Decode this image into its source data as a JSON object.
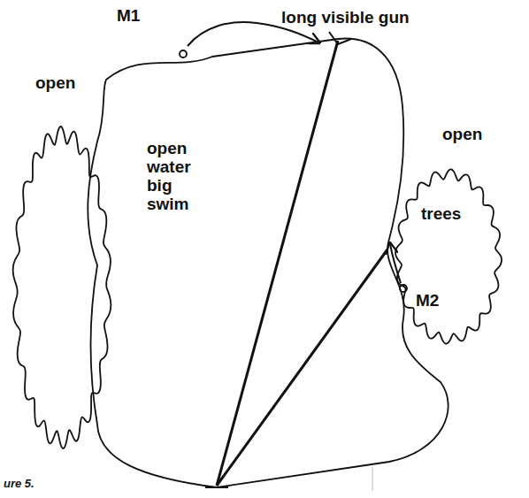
{
  "diagram": {
    "nodes": [
      {
        "text": [
          "open water big swim"
        ]
      },
      {
        "text": [
          "trees"
        ]
      }
    ],
    "labels": [
      "M1",
      "long visible gun",
      "open",
      "open",
      "M2",
      "ure 5."
    ]
  }
}
